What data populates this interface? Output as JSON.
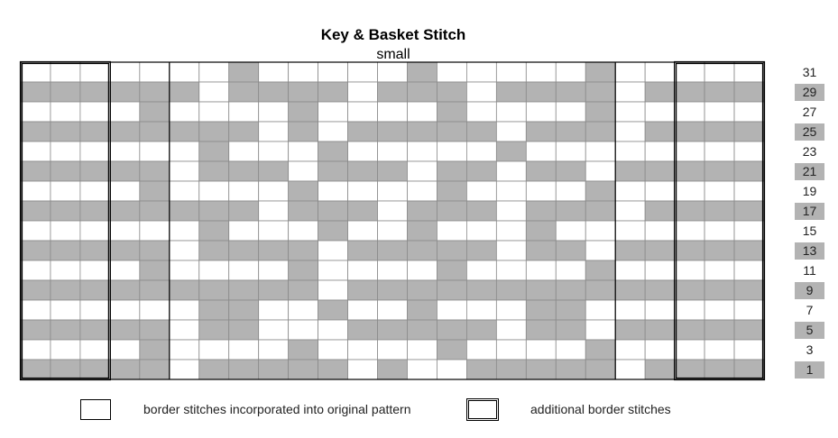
{
  "title": "Key & Basket Stitch",
  "subtitle": "small",
  "colors": {
    "filled": "#b3b3b3",
    "empty": "#ffffff",
    "grid_line": "#8a8a8a",
    "border_line": "#000000"
  },
  "grid": {
    "columns": 25,
    "rows": [
      "0000000100000100000100000",
      "1111110111101110111101111",
      "0000100001000010000100000",
      "1111111101011111011101111",
      "0000001000100000100000000",
      "1111101110111011011011111",
      "0000100001000010000100000",
      "1111111101110111011101111",
      "0000001000100100010000000",
      "1111101111011111011011111",
      "0000100001000010000100000",
      "1111111111011111111111111",
      "0000001100100100011000000",
      "1111101100011111011011111",
      "0000100001000010000100000",
      "1111101111101001111101111"
    ],
    "row_numbers": [
      "31",
      "29",
      "27",
      "25",
      "23",
      "21",
      "19",
      "17",
      "15",
      "13",
      "11",
      "9",
      "7",
      "5",
      "3",
      "1"
    ],
    "shaded_row_numbers": [
      "29",
      "25",
      "21",
      "17",
      "13",
      "9",
      "5",
      "1"
    ]
  },
  "legend": {
    "items": [
      {
        "label": "border stitches incorporated into original pattern"
      },
      {
        "label": "additional border stitches"
      }
    ]
  }
}
